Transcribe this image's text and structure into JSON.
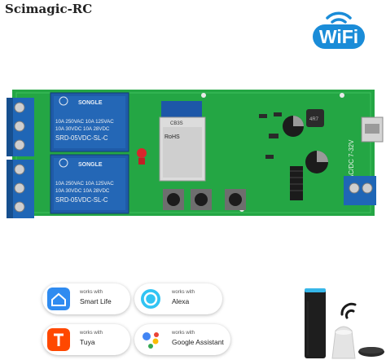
{
  "brand": {
    "name": "Scimagic-RC"
  },
  "badge": {
    "text": "WiFi",
    "color": "#1a8cd8"
  },
  "board": {
    "relay_brand": "SONGLE",
    "relay_rating_1": "10A 250VAC  10A 125VAC",
    "relay_rating_2": "10A 30VDC  10A 28VDC",
    "relay_model": "SRD-05VDC-SL-C",
    "module_label": "CB3S",
    "rohs": "RoHS",
    "power_label": "AC/DC 7-32V",
    "inductor_label": "4R7"
  },
  "compat": [
    {
      "small": "works with",
      "name": "Smart Life",
      "icon": "smart-life-icon"
    },
    {
      "small": "works with",
      "name": "Alexa",
      "icon": "alexa-icon"
    },
    {
      "small": "works with",
      "name": "Tuya",
      "icon": "tuya-icon"
    },
    {
      "small": "works with",
      "name": "Google Assistant",
      "icon": "google-assistant-icon"
    }
  ]
}
